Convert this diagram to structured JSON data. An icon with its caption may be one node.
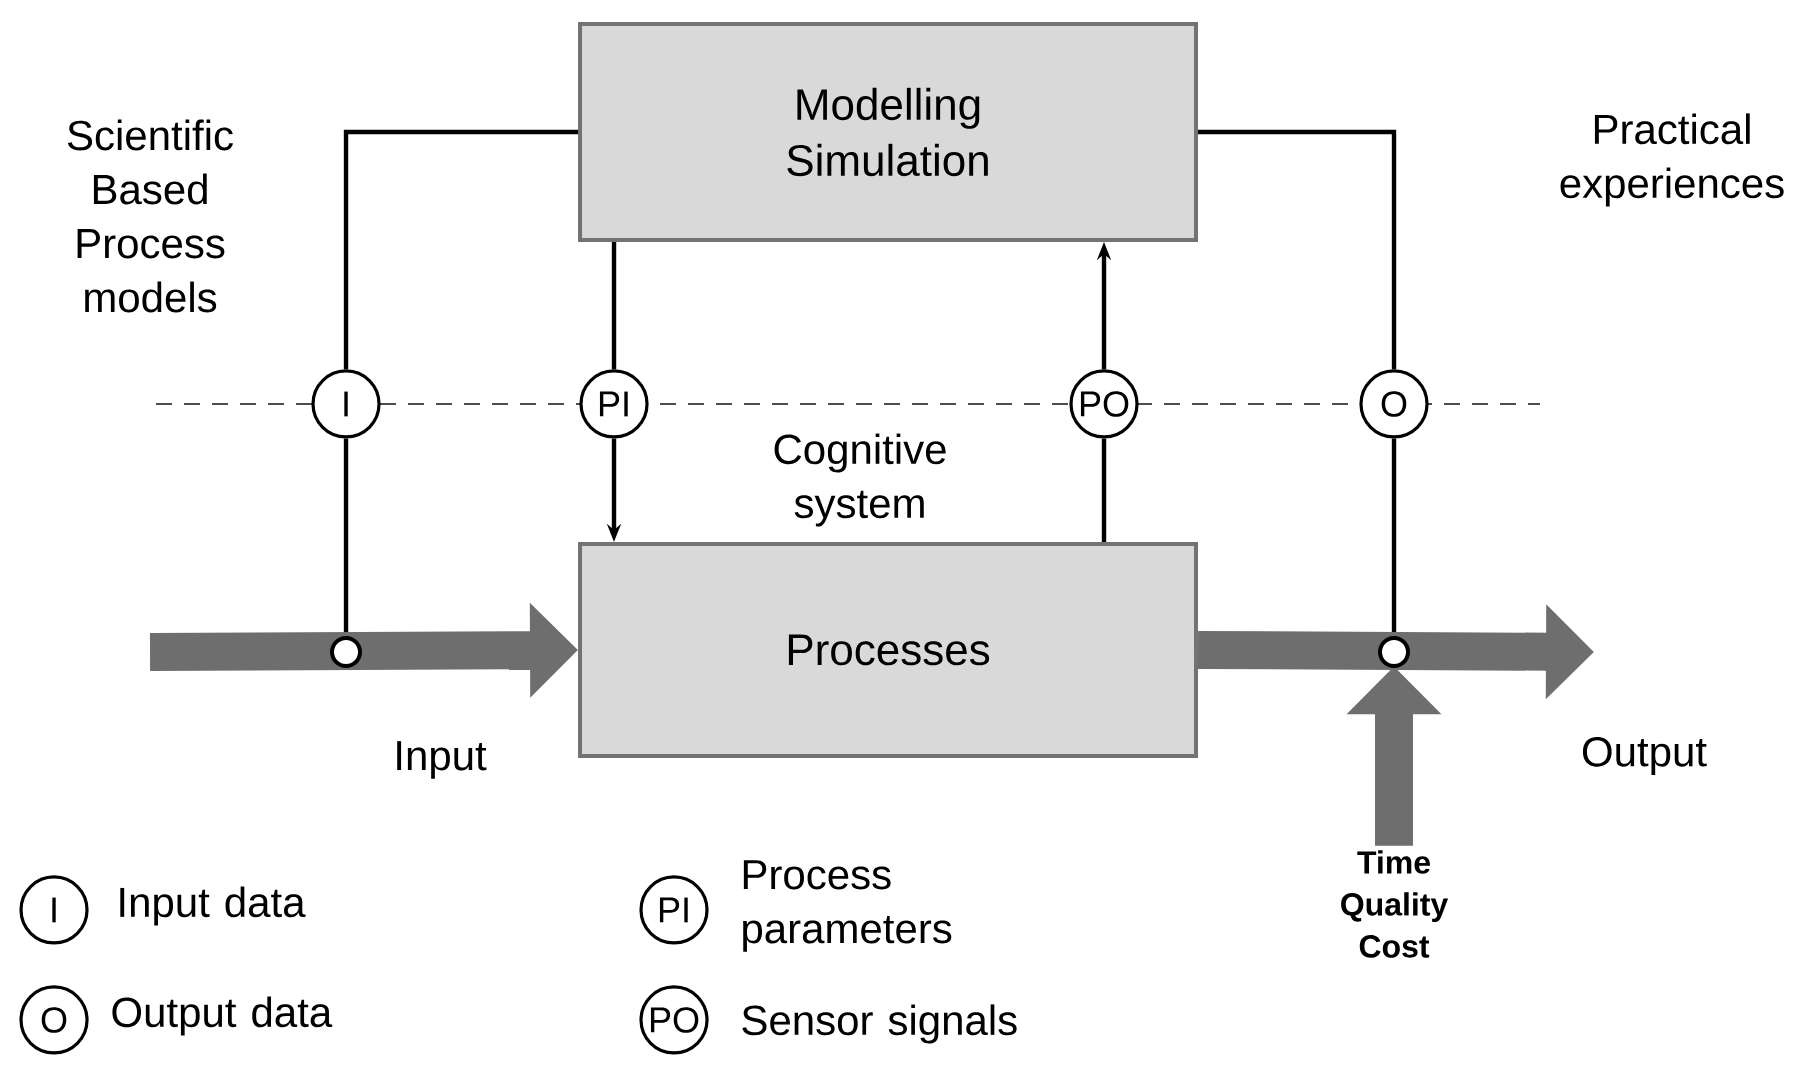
{
  "diagram": {
    "nodes": [
      {
        "text": [
          "Modelling Simulation"
        ]
      },
      {
        "text": [
          "Processes"
        ]
      },
      {
        "text": [
          "I"
        ]
      },
      {
        "text": [
          "PI"
        ]
      },
      {
        "text": [
          "PO"
        ]
      },
      {
        "text": [
          "O"
        ]
      },
      {
        "text": [],
        "shape": "circle"
      },
      {
        "text": [],
        "shape": "circle"
      },
      {
        "text": [
          "Time Quality Cost"
        ]
      },
      {
        "text": [
          "I"
        ],
        "beside": [
          "Input data"
        ]
      },
      {
        "text": [
          "PI"
        ],
        "beside": [
          "Process parameters"
        ]
      },
      {
        "text": [
          "O"
        ],
        "beside": [
          "Output data"
        ]
      },
      {
        "text": [
          "PO"
        ],
        "beside": [
          "Sensor signals"
        ]
      }
    ],
    "edges": [
      {
        "from": 6,
        "to": 2,
        "arrow": "none"
      },
      {
        "from": 2,
        "to": 0,
        "arrow": "none"
      },
      {
        "from": 0,
        "to": 3,
        "arrow": "none"
      },
      {
        "from": 3,
        "to": 1,
        "arrow": "to"
      },
      {
        "from": 1,
        "to": 4,
        "arrow": "none"
      },
      {
        "from": 4,
        "to": 0,
        "arrow": "to"
      },
      {
        "from": 0,
        "to": 5,
        "arrow": "none"
      },
      {
        "from": 5,
        "to": 7,
        "arrow": "none"
      },
      {
        "from": null,
        "to": 1,
        "arrow": "to",
        "label": "Input",
        "style": "thick",
        "color": "#6e6e6e"
      },
      {
        "from": 1,
        "to": null,
        "arrow": "to",
        "label": "Output",
        "style": "thick",
        "color": "#6e6e6e"
      },
      {
        "from": 8,
        "to": 7,
        "arrow": "to",
        "style": "thick",
        "color": "#6e6e6e"
      }
    ],
    "labels": [
      "Scientific Based Process models",
      "Practical experiences",
      "Cognitive system"
    ]
  }
}
